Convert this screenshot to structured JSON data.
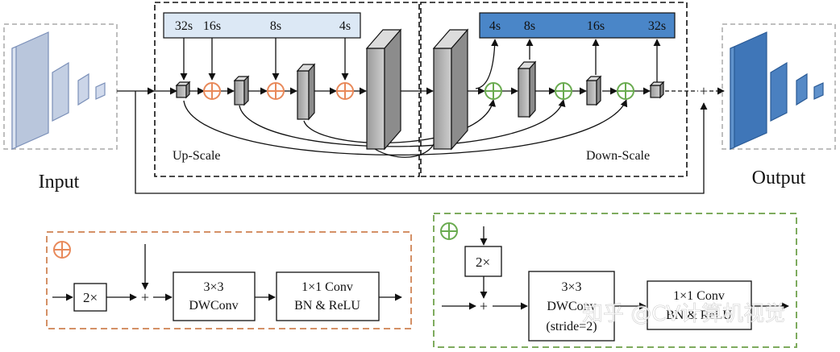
{
  "input_label": "Input",
  "output_label": "Output",
  "up_scale_label": "Up-Scale",
  "down_scale_label": "Down-Scale",
  "up_scales": [
    "32s",
    "16s",
    "8s",
    "4s"
  ],
  "down_scales": [
    "4s",
    "8s",
    "16s",
    "32s"
  ],
  "plus_sign": "+",
  "up_block": {
    "upsample_label": "2×",
    "plus": "+",
    "conv1_line1": "3×3",
    "conv1_line2": "DWConv",
    "conv2_line1": "1×1 Conv",
    "conv2_line2": "BN & ReLU"
  },
  "down_block": {
    "upsample_label": "2×",
    "plus": "+",
    "conv1_line1": "3×3",
    "conv1_line2": "DWConv",
    "conv1_line3": "(stride=2)",
    "conv2_line1": "1×1 Conv",
    "conv2_line2": "BN & ReLU"
  },
  "watermark": "知乎 @CV计算机视觉",
  "colors": {
    "orange": "#e8895a",
    "green": "#6aab50",
    "light_blue": "#dce8f5",
    "dark_blue": "#4a86c8",
    "input_fill": "#b9c6dc",
    "output_fill": "#3f76b8",
    "gray": "#b8b8b8",
    "orange_dash": "#d49066",
    "green_dash": "#7eab5e"
  }
}
